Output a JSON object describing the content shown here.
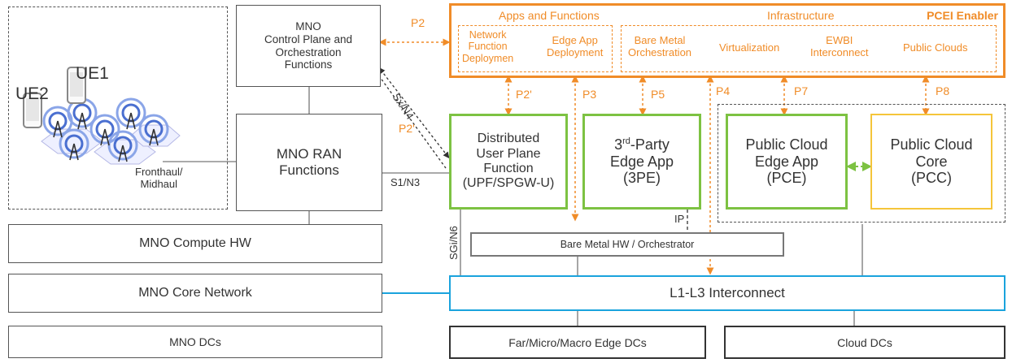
{
  "mno": {
    "control_plane": "MNO\nControl Plane and\nOrchestration\nFunctions",
    "ran": "MNO RAN\nFunctions",
    "compute_hw": "MNO Compute HW",
    "core_network": "MNO Core Network",
    "dcs": "MNO DCs"
  },
  "ran_area": {
    "ue1": "UE1",
    "ue2": "UE2",
    "fronthaul": "Fronthaul/\nMidhaul"
  },
  "pcei": {
    "title": "PCEI Enabler",
    "apps_header": "Apps and Functions",
    "infra_header": "Infrastructure",
    "nf_deployment": "Network\nFunction\nDeploymen",
    "edge_app_deployment": "Edge App\nDeployment",
    "bare_metal_orch": "Bare Metal\nOrchestration",
    "virtualization": "Virtualization",
    "ewbi": "EWBI\nInterconnect",
    "public_clouds": "Public Clouds"
  },
  "edge": {
    "upf": "Distributed\nUser Plane\nFunction\n(UPF/SPGW-U)",
    "third_party_prefix": "3",
    "third_party_sup": "rd",
    "third_party_rest": "-Party\nEdge App\n(3PE)",
    "pce": "Public Cloud\nEdge App\n(PCE)",
    "pcc": "Public Cloud\nCore\n(PCC)",
    "bare_metal_hw": "Bare Metal HW / Orchestrator",
    "interconnect": "L1-L3 Interconnect",
    "far_edge_dcs": "Far/Micro/Macro Edge DCs",
    "cloud_dcs": "Cloud DCs"
  },
  "interfaces": {
    "p2": "P2",
    "p2_prime_upper": "P2'",
    "p2_prime_lower": "P2'",
    "p3": "P3",
    "p4": "P4",
    "p5": "P5",
    "p7": "P7",
    "p8": "P8",
    "sx_n4": "Sx/N4",
    "s1_n3": "S1/N3",
    "sgi_n6": "SGi/N6",
    "ip": "IP"
  },
  "colors": {
    "orange": "#f08c28",
    "green": "#7dc242",
    "yellow": "#f5c53a",
    "blue": "#1aa3dd",
    "dark": "#333333",
    "gray": "#555555"
  },
  "icons": [
    "phone-icon",
    "cell-tower-icon"
  ]
}
